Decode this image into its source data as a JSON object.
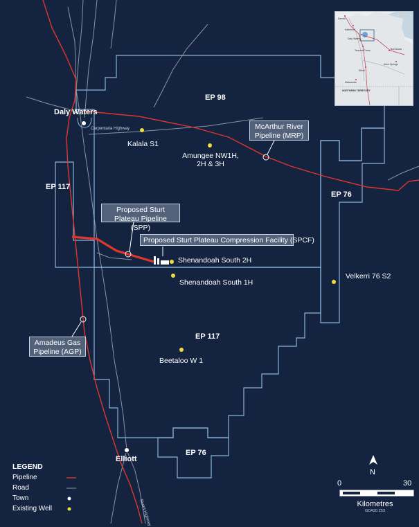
{
  "colors": {
    "background": "#142440",
    "boundary": "#8ab3dc",
    "pipeline": "#e0362b",
    "sturt_pipeline": "#e0362b",
    "road": "#8b93a3",
    "well": "#f2dc3c",
    "town": "#ffffff",
    "callout_fill": "#52627a",
    "callout_border": "#c9d2de"
  },
  "towns": [
    {
      "id": "daly-waters",
      "label": "Daly Waters"
    },
    {
      "id": "elliott",
      "label": "Elliott"
    }
  ],
  "permits": [
    {
      "id": "ep98",
      "label": "EP 98"
    },
    {
      "id": "ep117-north",
      "label": "EP 117"
    },
    {
      "id": "ep117-south",
      "label": "EP 117"
    },
    {
      "id": "ep76-east",
      "label": "EP 76"
    },
    {
      "id": "ep76-south",
      "label": "EP 76"
    }
  ],
  "wells": [
    {
      "id": "kalala",
      "label": "Kalala S1"
    },
    {
      "id": "amungee",
      "label": "Amungee NW1H,\n2H & 3H"
    },
    {
      "id": "shenandoah-1h",
      "label": "Shenandoah South 1H"
    },
    {
      "id": "velkerri",
      "label": "Velkerri 76 S2"
    },
    {
      "id": "beetaloo",
      "label": "Beetaloo W 1"
    }
  ],
  "facility_label": "Shenandoah South 2H",
  "callouts": {
    "mrp": "McArthur River\nPipeline (MRP)",
    "spp": "Proposed Sturt\nPlateau Pipeline (SPP)",
    "spcf": "Proposed Sturt Plateau Compression Facility (SPCF)",
    "agp": "Amadeus Gas\nPipeline (AGP)"
  },
  "roads": {
    "carpentaria_highway": "Carpentaria Highway",
    "stuart_highway": "Stuart Highway"
  },
  "legend": {
    "title": "LEGEND",
    "items": [
      {
        "label": "Pipeline",
        "symbol": "pipeline-line"
      },
      {
        "label": "Road",
        "symbol": "road-line"
      },
      {
        "label": "Town",
        "symbol": "town-dot"
      },
      {
        "label": "Existing Well",
        "symbol": "well-dot"
      }
    ]
  },
  "north_arrow": "N",
  "scale_bar": {
    "min": "0",
    "max": "30",
    "unit": "Kilometres",
    "datum": "GDA20 Z53"
  },
  "inset_map": {
    "region_label": "NORTHERN TERRITORY",
    "places": [
      "Darwin",
      "Daly Waters",
      "Tennant Creek",
      "Katherine",
      "Borroloola",
      "Elliott",
      "Mataranka",
      "Alice Springs"
    ]
  }
}
